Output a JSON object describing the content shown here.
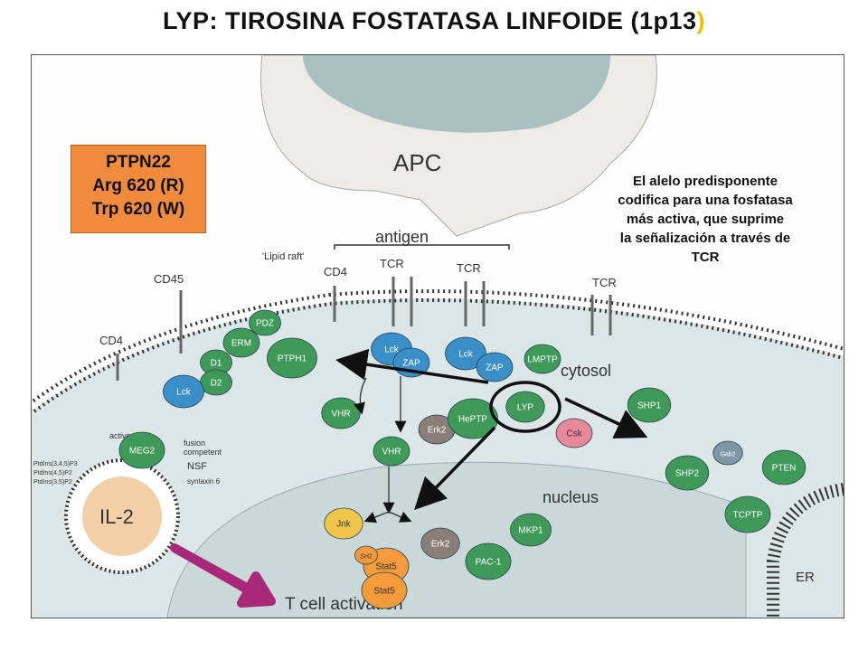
{
  "title": {
    "main": "LYP: TIROSINA FOSTATASA LINFOIDE (1p13",
    "close_paren": ")"
  },
  "gene_box": {
    "line1": "PTPN22",
    "line2": "Arg 620 (R)",
    "line3": "Trp 620 (W)"
  },
  "note": {
    "line1": "El alelo predisponente",
    "line2": "codifica para una fosfatasa",
    "line3": "más activa, que suprime",
    "line4": "la señalización a través de",
    "line5": "TCR"
  },
  "labels": {
    "apc": "APC",
    "antigen": "antigen",
    "lipid_raft": "'Lipid raft'",
    "cd45": "CD45",
    "cd4_left": "CD4",
    "cd4_mid": "CD4",
    "tcr1": "TCR",
    "tcr2": "TCR",
    "tcr3": "TCR",
    "cytosol": "cytosol",
    "nucleus": "nucleus",
    "t_cell_activation": "T cell activation",
    "er": "ER",
    "il2": "IL-2",
    "active": "active",
    "fusion": "fusion",
    "competent": "competent",
    "nsf": "NSF",
    "syntaxin": "syntaxin 6",
    "ptdins1": "PtdIns(3,4,5)P3",
    "ptdins2": "PtdIns(4,5)P2",
    "ptdins3": "PtdIns(3,5)P2"
  },
  "proteins": {
    "erm": "ERM",
    "pdz": "PDZ",
    "ptph1": "PTPH1",
    "d1": "D1",
    "d2": "D2",
    "lck_left": "Lck",
    "lck1": "Lck",
    "zap1": "ZAP",
    "lck2": "Lck",
    "zap2": "ZAP",
    "lmptp": "LMPTP",
    "vhr1": "VHR",
    "vhr2": "VHR",
    "erk2a": "Erk2",
    "heptp": "HePTP",
    "lyp": "LYP",
    "csk": "Csk",
    "shp1": "SHP1",
    "shp2": "SHP2",
    "gab2": "Gab2",
    "pten": "PTEN",
    "meg2": "MEG2",
    "jnk": "Jnk",
    "erk2b": "Erk2",
    "mkp1": "MKP1",
    "pac1": "PAC-1",
    "stat5a": "Stat5",
    "stat5b": "Stat5",
    "sh2": "SH2",
    "tcptp": "TCPTP"
  },
  "colors": {
    "gene_box": "#f08a3c",
    "arrow_magenta": "#a8287a",
    "protein_green": "#3f9a5a",
    "protein_blue": "#3a8fc8",
    "apc_fill": "#ecebe6"
  }
}
